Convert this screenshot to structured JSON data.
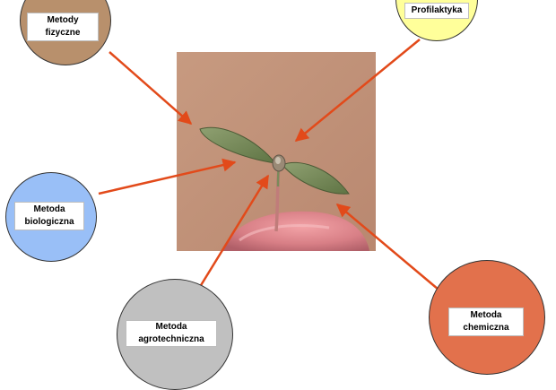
{
  "colors": {
    "arrow": "#e24a1a",
    "fizyczne": "#b8906c",
    "profilaktyka": "#ffff9a",
    "biologiczna": "#99bff7",
    "agrotechniczna": "#c0c0c0",
    "chemiczna": "#e2714c"
  },
  "nodes": {
    "fizyczne": {
      "label": "Metody\nfizyczne"
    },
    "profilaktyka": {
      "label": "Profilaktyka"
    },
    "biologiczna": {
      "label": "Metoda\nbiologiczna"
    },
    "agrotechniczna": {
      "label": "Metoda\nagrotechniczna"
    },
    "chemiczna": {
      "label": "Metoda\nchemiczna"
    }
  },
  "photo": {
    "subject": "seedling-on-fingertip"
  }
}
